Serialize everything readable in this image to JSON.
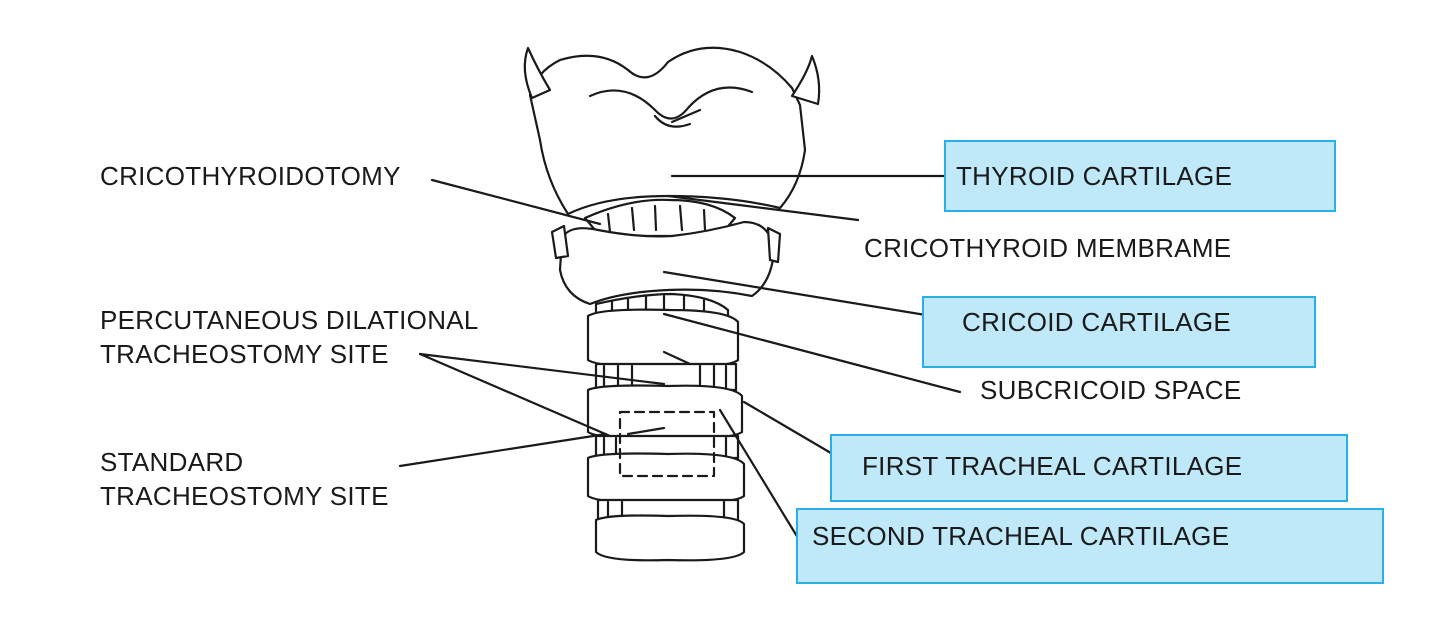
{
  "diagram": {
    "colors": {
      "highlight_fill": "#bfe8f8",
      "highlight_border": "#29aee6",
      "line": "#1a1a1a",
      "text": "#1a1a1a"
    },
    "left_labels": {
      "cricothyroidotomy": "CRICOTHYROIDOTOMY",
      "percutaneous_line1": "PERCUTANEOUS DILATIONAL",
      "percutaneous_line2": "TRACHEOSTOMY SITE",
      "standard_line1": "STANDARD",
      "standard_line2": "TRACHEOSTOMY SITE"
    },
    "right_labels": {
      "thyroid_cartilage": "THYROID CARTILAGE",
      "cricothyroid_membrane": "CRICOTHYROID MEMBRAME",
      "cricoid_cartilage": "CRICOID CARTILAGE",
      "subcricoid_space": "SUBCRICOID SPACE",
      "first_tracheal_cartilage": "FIRST TRACHEAL CARTILAGE",
      "second_tracheal_cartilage": "SECOND TRACHEAL CARTILAGE"
    }
  }
}
